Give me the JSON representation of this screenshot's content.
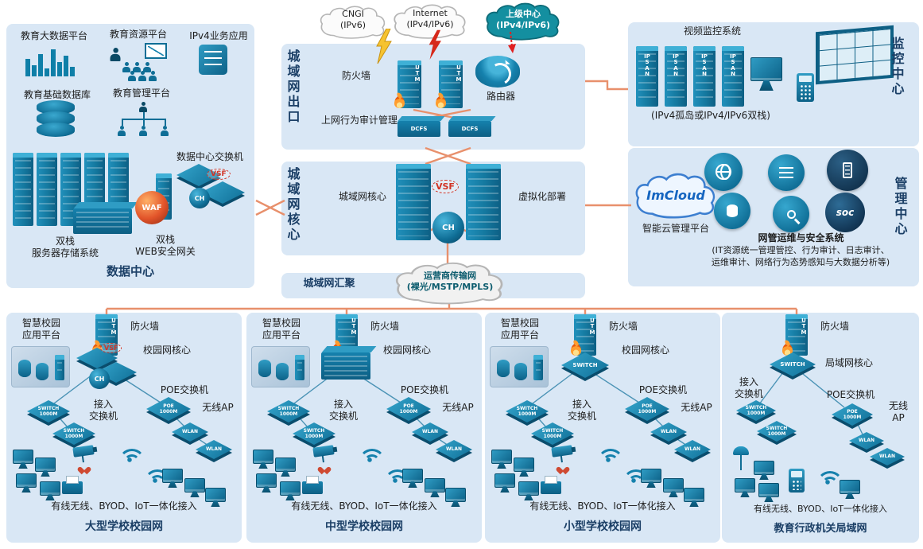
{
  "colors": {
    "line_accent": "#e8906c",
    "device_teal": "#1581ad",
    "panel_blue": "#d9e7f5",
    "title_navy": "#1b3f66"
  },
  "clouds": {
    "cngi": "CNGI\n(IPv6)",
    "internet": "Internet\n(IPv4/IPv6)",
    "upper": "上级中心\n(IPv4/IPv6)",
    "carrier": "运营商传输网\n(裸光/MSTP/MPLS)",
    "imcloud": "ImCloud"
  },
  "data_center": {
    "title": "数据中心",
    "big_data_label": "教育大数据平台",
    "resource_label": "教育资源平台",
    "ipv4_label": "IPv4业务应用",
    "base_db_label": "教育基础数据库",
    "edu_mgmt_label": "教育管理平台",
    "dc_switch_label": "数据中心交换机",
    "server_label": "双栈\n服务器存储系统",
    "gateway_label": "双栈\nWEB安全网关",
    "vsf": "VSF",
    "ch": "CH",
    "waf": "WAF"
  },
  "man_exit": {
    "title": "城域网出口",
    "firewall_label": "防火墙",
    "router_label": "路由器",
    "audit_label": "上网行为审计管理",
    "dcfs": "DCFS"
  },
  "man_core": {
    "title": "城域网核心",
    "core_label": "城域网核心",
    "virtual_label": "虚拟化部署",
    "vsf": "VSF",
    "ch": "CH"
  },
  "man_agg": {
    "label": "城域网汇聚"
  },
  "monitor": {
    "title": "监控中心",
    "video_label": "视频监控系统",
    "note": "(IPv4孤岛或IPv4/IPv6双栈)",
    "tower_label": "IPSAN"
  },
  "mgmt": {
    "title": "管理中心",
    "platform_label": "智能云管理平台",
    "noc_title": "网管运维与安全系统",
    "noc_detail": "(IT资源统一管理管控、行为审计、日志审计、运维审计、网络行为态势感知与大数据分析等)",
    "soc": "soc"
  },
  "campuses": [
    {
      "title": "大型学校校园网",
      "platform_label": "智慧校园\n应用平台",
      "firewall_label": "防火墙",
      "core_label": "校园网核心",
      "poe_label": "POE交换机",
      "ap_label": "无线AP",
      "access_label": "接入\n交换机",
      "note": "有线无线、BYOD、IoT一体化接入",
      "vsf": "VSF",
      "ch": "CH"
    },
    {
      "title": "中型学校校园网",
      "platform_label": "智慧校园\n应用平台",
      "firewall_label": "防火墙",
      "core_label": "校园网核心",
      "poe_label": "POE交换机",
      "ap_label": "无线AP",
      "access_label": "接入\n交换机",
      "note": "有线无线、BYOD、IoT一体化接入"
    },
    {
      "title": "小型学校校园网",
      "platform_label": "智慧校园\n应用平台",
      "firewall_label": "防火墙",
      "core_label": "校园网核心",
      "poe_label": "POE交换机",
      "ap_label": "无线AP",
      "access_label": "接入\n交换机",
      "note": "有线无线、BYOD、IoT一体化接入"
    },
    {
      "title": "教育行政机关局域网",
      "firewall_label": "防火墙",
      "core_label": "局域网核心",
      "poe_label": "POE交换机",
      "ap_label": "无线\nAP",
      "access_label": "接入\n交换机",
      "note": "有线无线、BYOD、IoT一体化接入"
    }
  ],
  "device_labels": {
    "utm": "UTM",
    "switch": "SWITCH",
    "switch_full": "SWITCH\n1000M",
    "poe_full": "POE\n1000M",
    "wlan": "WLAN"
  }
}
